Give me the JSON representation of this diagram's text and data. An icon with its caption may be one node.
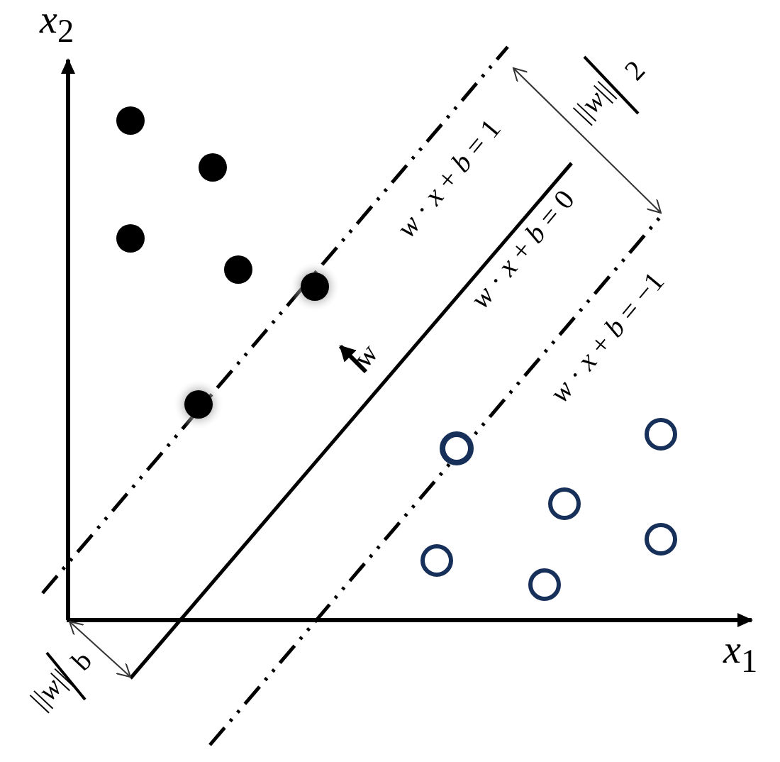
{
  "diagram": {
    "labels": [
      "*x*$_{2}$",
      "*x*$_{1}$",
      "*w* · *x* + *b* = 1",
      "*w* · *x* + *b* = 0",
      "*w* · *x* + *b* = −1",
      "2",
      "||*w*||",
      "w",
      "b",
      "||*w*||"
    ]
  }
}
